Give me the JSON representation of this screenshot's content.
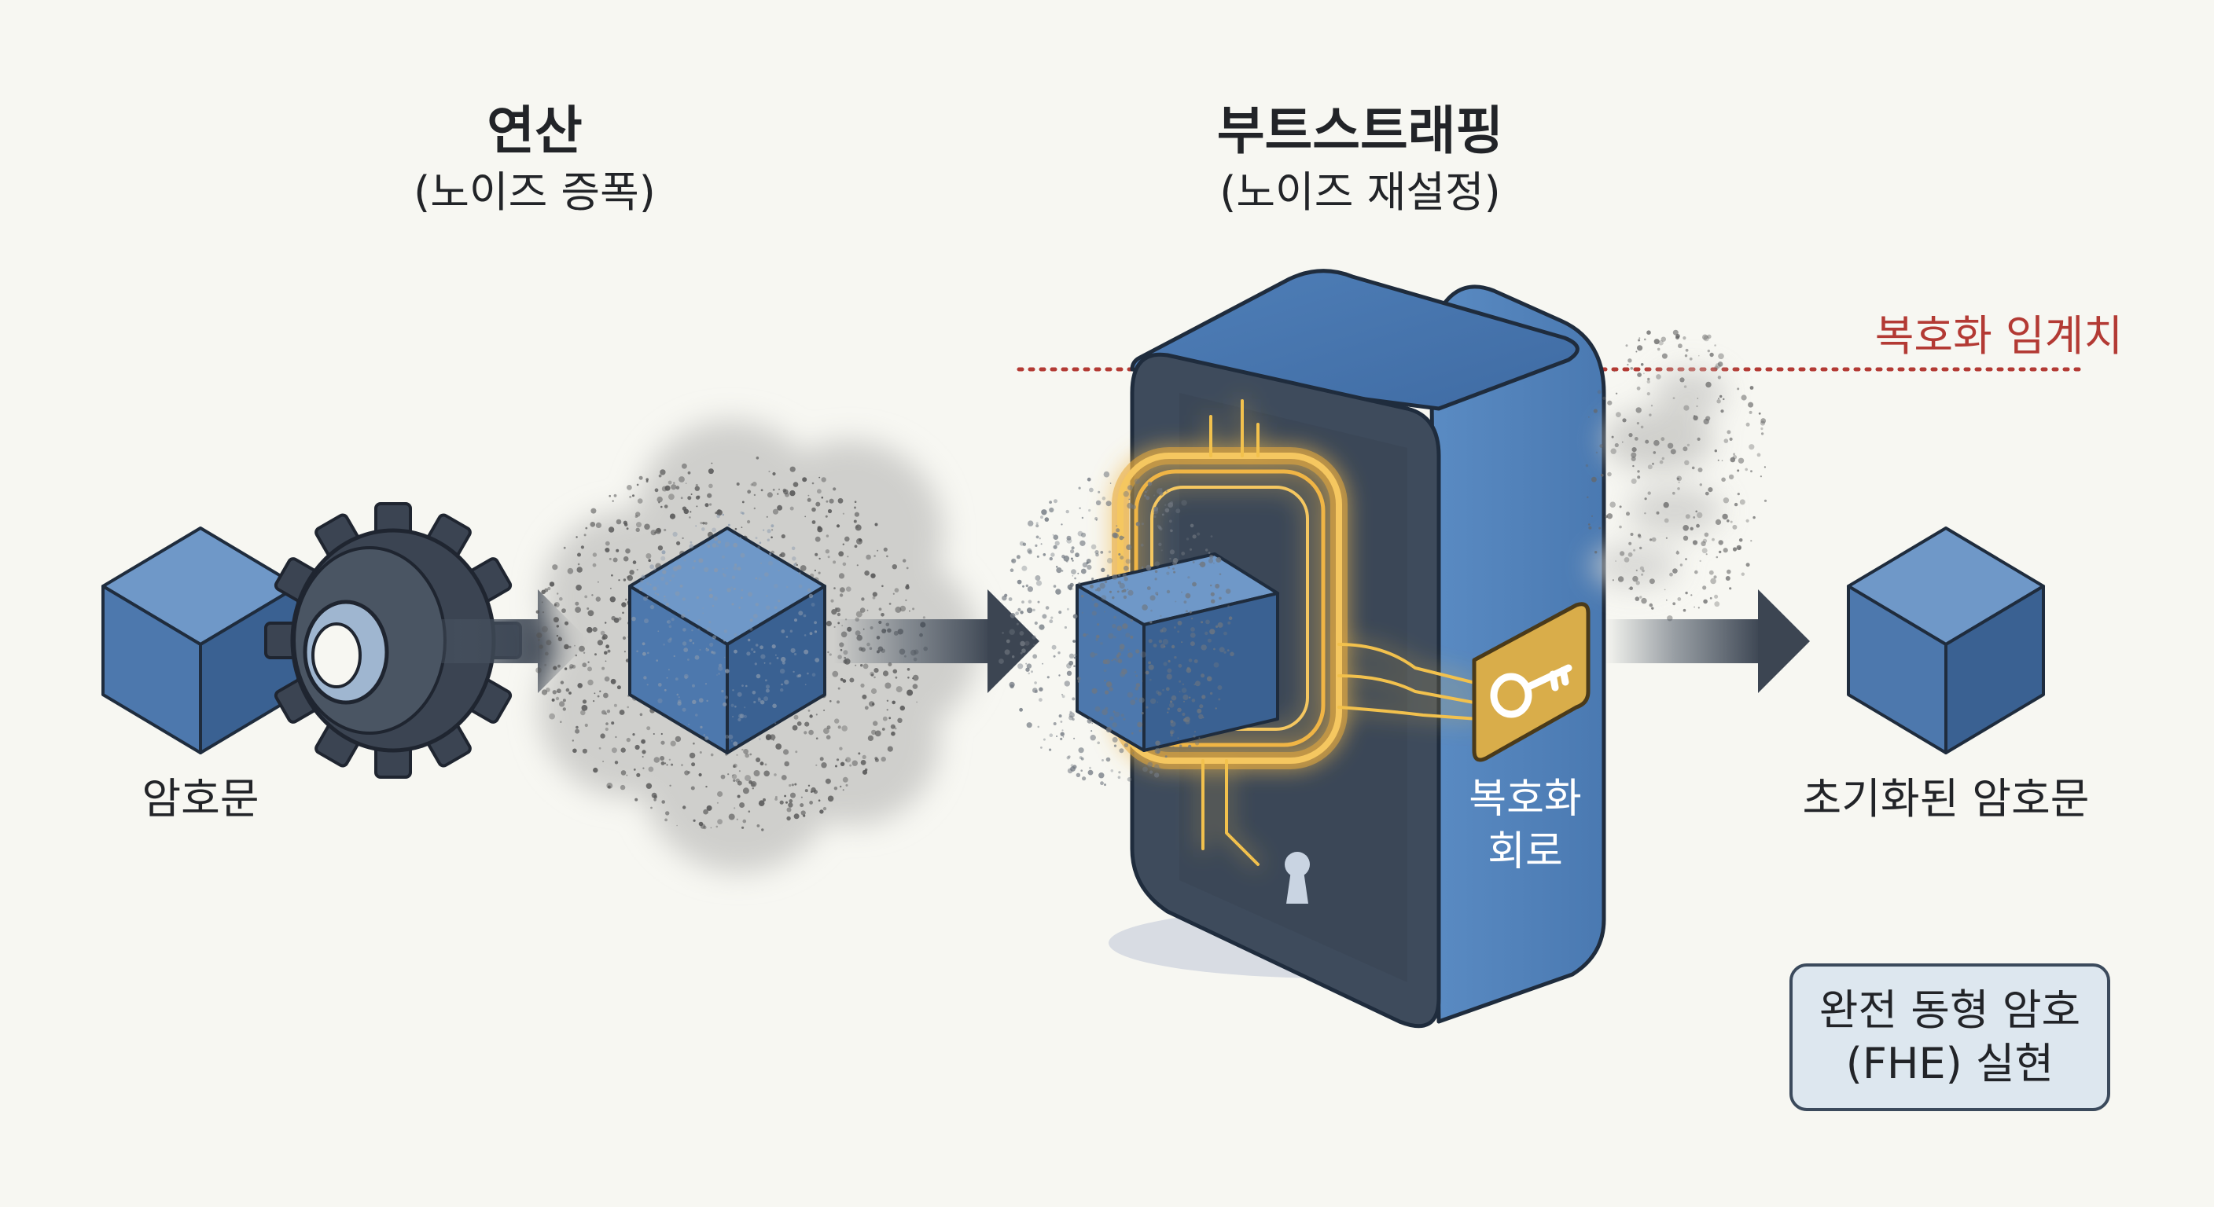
{
  "steps": {
    "operation": {
      "title": "연산",
      "subtitle": "(노이즈 증폭)"
    },
    "bootstrapping": {
      "title": "부트스트래핑",
      "subtitle": "(노이즈 재설정)"
    }
  },
  "nodes": {
    "input_ciphertext": "암호문",
    "refreshed_ciphertext": "초기화된 암호문",
    "decryption_circuit": [
      "복호화",
      "회로"
    ]
  },
  "threshold": {
    "label": "복호화 임계치"
  },
  "badge": {
    "lines": [
      "완전 동형 암호",
      "(FHE) 실현"
    ]
  },
  "icons": [
    "ciphertext-cube-icon",
    "gear-icon",
    "noise-cloud-icon",
    "vault-icon",
    "key-icon",
    "keyhole-icon",
    "arrow-right-icon"
  ],
  "colors": {
    "background": "#f7f7f2",
    "cube_front": "#4d78ad",
    "cube_top": "#6f98c8",
    "cube_side": "#3a6192",
    "vault_front": "#3e4b5c",
    "vault_side": "#5b8ac0",
    "circuit_glow": "#f2c14e",
    "threshold": "#b33a34",
    "noise": "#6a6a6a",
    "text": "#222428"
  }
}
